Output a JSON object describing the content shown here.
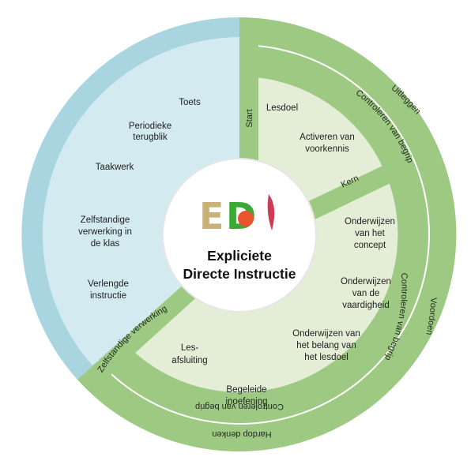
{
  "colors": {
    "blue_outer": "#a9d5e0",
    "blue_inner": "#d3eaf1",
    "green_outer": "#9ec983",
    "green_inner": "#e4edd6",
    "divider": "#ffffff",
    "center": "#ffffff",
    "logo_e": "#c9b27a",
    "logo_d": "#3aa935",
    "logo_gear": "#e8542b",
    "logo_i": "#cf3a55"
  },
  "logo": {
    "text": "EDI"
  },
  "center": {
    "title_line1": "Expliciete",
    "title_line2": "Directe Instructie"
  },
  "left_labels": {
    "toets": "Toets",
    "periodieke_1": "Periodieke",
    "periodieke_2": "terugblik",
    "taakwerk": "Taakwerk",
    "zelfstandig_1": "Zelfstandige",
    "zelfstandig_2": "verwerking in",
    "zelfstandig_3": "de klas",
    "verlengde_1": "Verlengde",
    "verlengde_2": "instructie"
  },
  "right_labels": {
    "lesdoel": "Lesdoel",
    "activeren_1": "Activeren van",
    "activeren_2": "voorkennis",
    "onderwijzen_concept_1": "Onderwijzen",
    "onderwijzen_concept_2": "van het",
    "onderwijzen_concept_3": "concept",
    "onderwijzen_vaardigheid_1": "Onderwijzen",
    "onderwijzen_vaardigheid_2": "van de",
    "onderwijzen_vaardigheid_3": "vaardigheid",
    "onderwijzen_belang_1": "Onderwijzen van",
    "onderwijzen_belang_2": "het belang van",
    "onderwijzen_belang_3": "het lesdoel",
    "les_1": "Les-",
    "les_2": "afsluiting",
    "begeleide_1": "Begeleide",
    "begeleide_2": "inoefening"
  },
  "band_labels": {
    "start": "Start",
    "kern": "Kern",
    "zelfstandige_verwerking": "Zelfstandige verwerking"
  },
  "ring_labels": {
    "uitleggen": "Uitleggen",
    "controleren_1": "Controleren van begrip",
    "controleren_2": "Controleren van begrip",
    "controleren_3": "Controleren van begrip",
    "voordoen": "Voordoen",
    "hardop_denken": "Hardop denken"
  }
}
